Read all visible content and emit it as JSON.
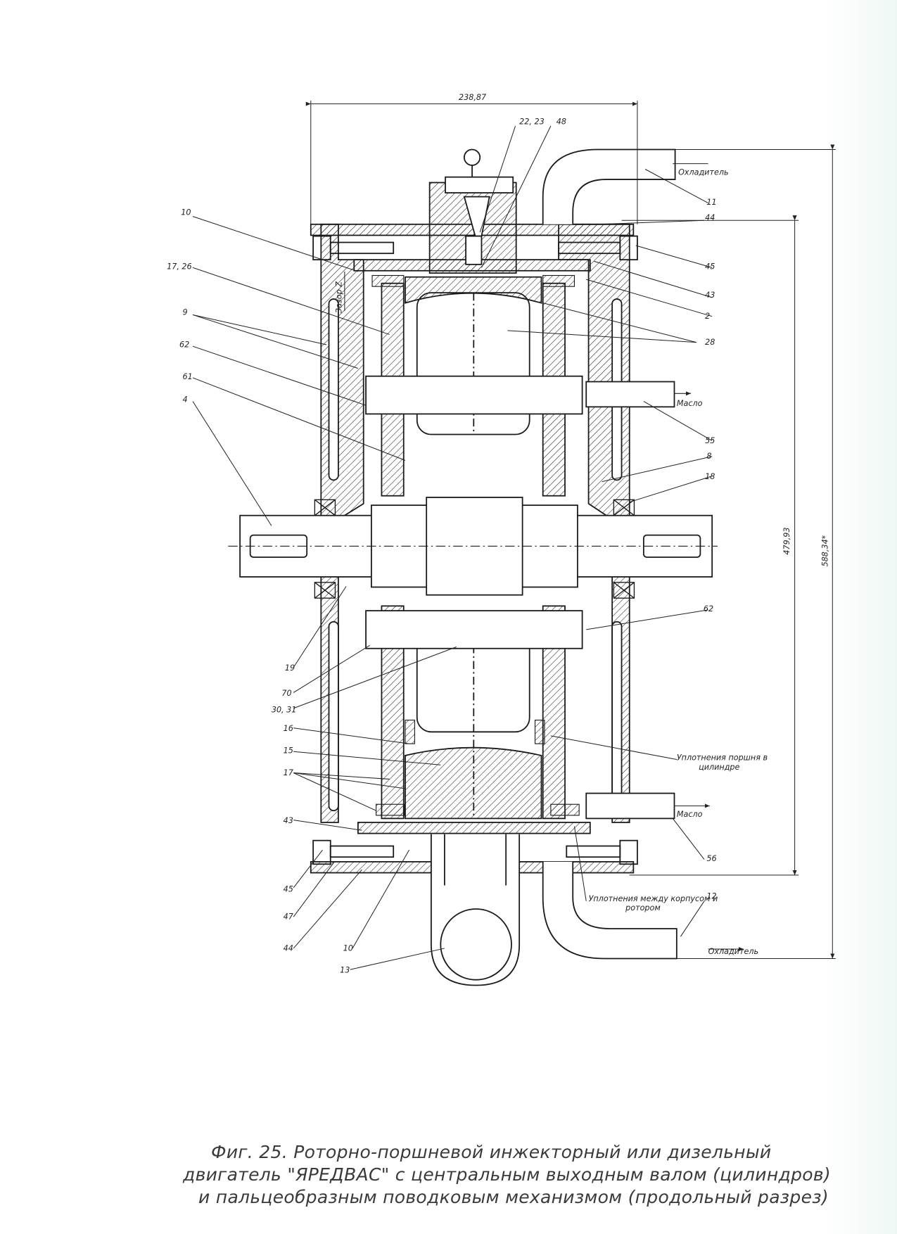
{
  "caption": {
    "line1": "Фиг. 25. Роторно-поршневой инжекторный или дизельный",
    "line2": "двигатель \"ЯРЕДВАС\" с центральным выходным валом (цилиндров)",
    "line3": "и пальцеобразным поводковым механизмом (продольный разрез)"
  },
  "dimensions": {
    "width": "238,87",
    "height_inner": "479,93",
    "height_total": "588,34*",
    "gap": "Зазор Z"
  },
  "labels": {
    "n10_top": "10",
    "n17_26": "17, 26",
    "n9": "9",
    "n62_left": "62",
    "n61": "61",
    "n4": "4",
    "n22_23": "22, 23",
    "n48": "48",
    "n11": "11",
    "n44_top": "44",
    "n45_right": "45",
    "n43_right": "43",
    "n2": "2",
    "n28": "28",
    "n55": "55",
    "n8": "8",
    "n18": "18",
    "n62_right": "62",
    "n19": "19",
    "n70": "70",
    "n30_31": "30, 31",
    "n16": "16",
    "n15": "15",
    "n17": "17",
    "n43_left": "43",
    "n45_left": "45",
    "n47": "47",
    "n44_bottom": "44",
    "n10_bottom": "10",
    "n13": "13",
    "n56": "56",
    "n12": "12",
    "coolant_top": "Охладитель",
    "coolant_bottom": "Охладитель",
    "oil_top": "Масло",
    "oil_bottom": "Масло",
    "seal_piston_1": "Уплотнения поршня в",
    "seal_piston_2": "цилиндре",
    "seal_body_1": "Уплотнения между корпусом и",
    "seal_body_2": "ротором"
  }
}
